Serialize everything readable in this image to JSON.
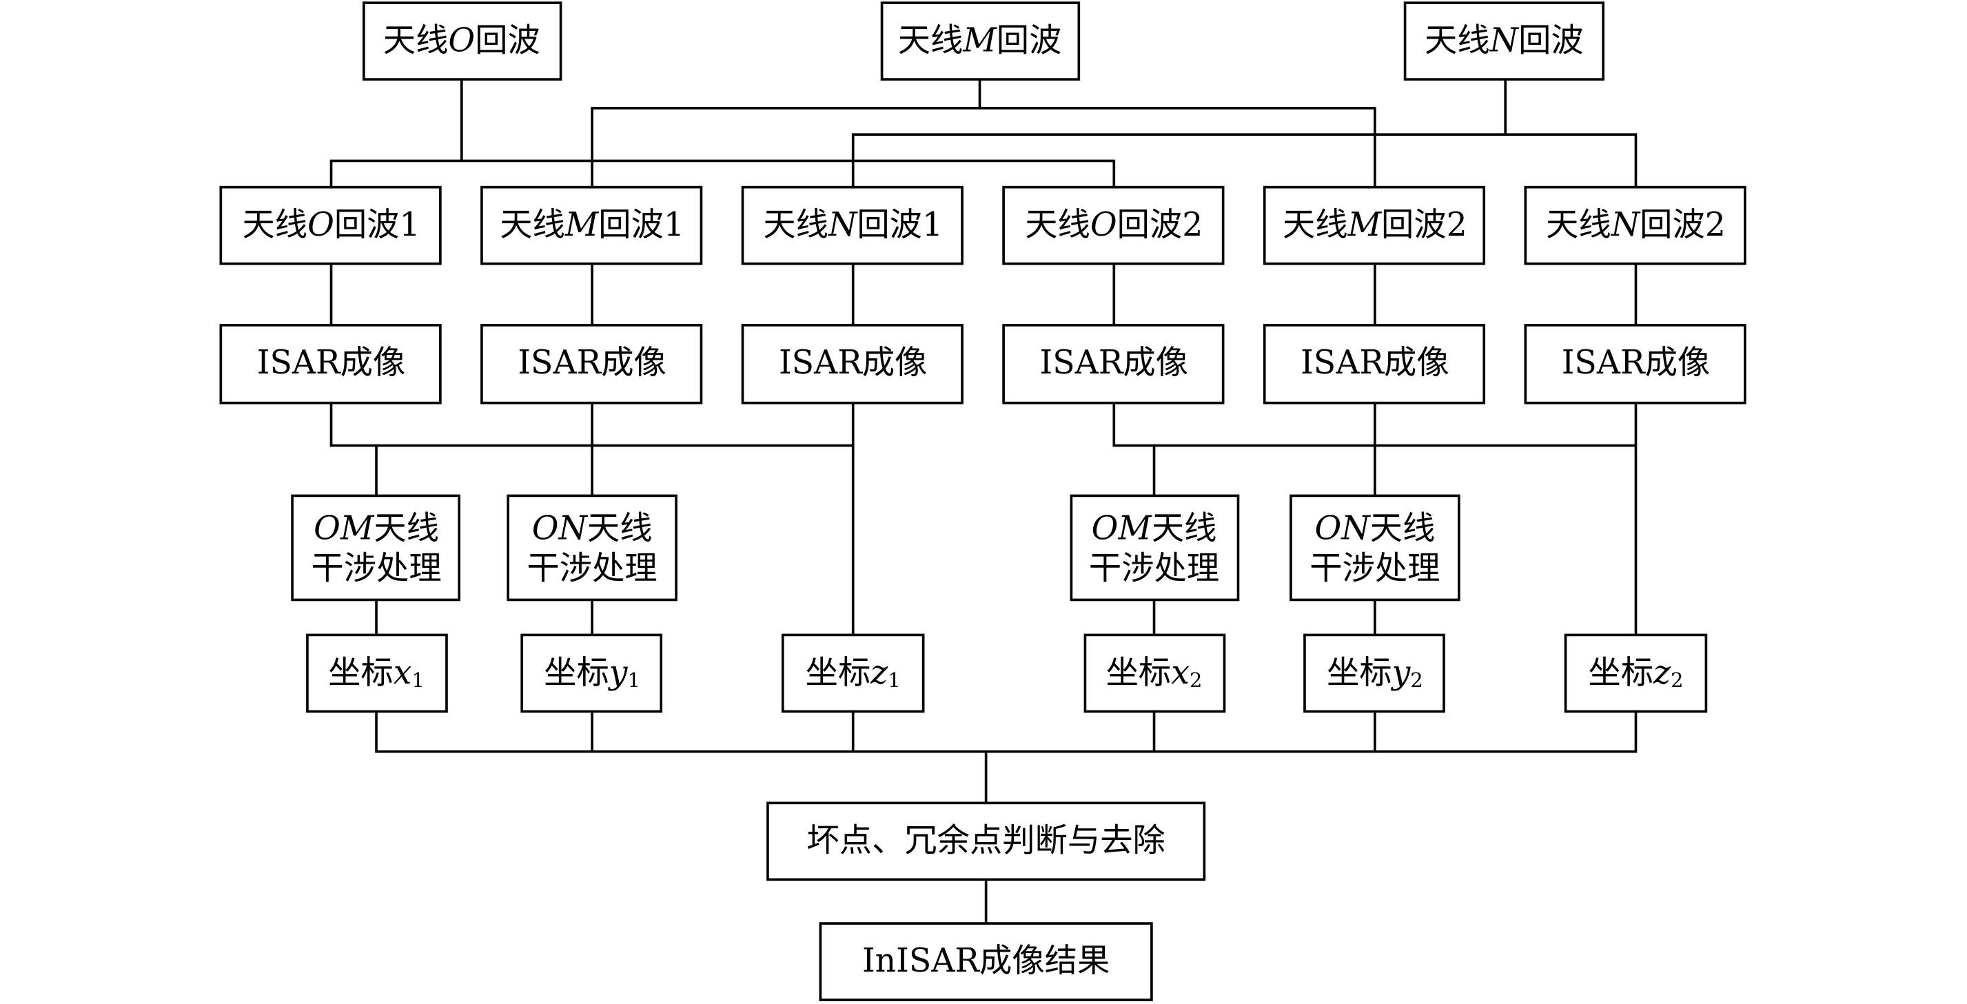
{
  "diagram": {
    "type": "flowchart",
    "colors": {
      "stroke": "#000000",
      "background": "#ffffff"
    },
    "sources": [
      {
        "id": "echo-O",
        "parts": [
          "天线",
          "O",
          "回波"
        ]
      },
      {
        "id": "echo-M",
        "parts": [
          "天线",
          "M",
          "回波"
        ]
      },
      {
        "id": "echo-N",
        "parts": [
          "天线",
          "N",
          "回波"
        ]
      }
    ],
    "split_echoes": [
      {
        "id": "echo-O1",
        "parts": [
          "天线",
          "O",
          "回波1"
        ]
      },
      {
        "id": "echo-M1",
        "parts": [
          "天线",
          "M",
          "回波1"
        ]
      },
      {
        "id": "echo-N1",
        "parts": [
          "天线",
          "N",
          "回波1"
        ]
      },
      {
        "id": "echo-O2",
        "parts": [
          "天线",
          "O",
          "回波2"
        ]
      },
      {
        "id": "echo-M2",
        "parts": [
          "天线",
          "M",
          "回波2"
        ]
      },
      {
        "id": "echo-N2",
        "parts": [
          "天线",
          "N",
          "回波2"
        ]
      }
    ],
    "isar_label": "ISAR成像",
    "interferometry": [
      {
        "id": "OM1",
        "line1_italic": "OM",
        "line1_rest": "天线",
        "line2": "干涉处理"
      },
      {
        "id": "ON1",
        "line1_italic": "ON",
        "line1_rest": "天线",
        "line2": "干涉处理"
      },
      {
        "id": "OM2",
        "line1_italic": "OM",
        "line1_rest": "天线",
        "line2": "干涉处理"
      },
      {
        "id": "ON2",
        "line1_italic": "ON",
        "line1_rest": "天线",
        "line2": "干涉处理"
      }
    ],
    "coordinates": [
      {
        "id": "x1",
        "prefix": "坐标",
        "var": "x",
        "sub": "1"
      },
      {
        "id": "y1",
        "prefix": "坐标",
        "var": "y",
        "sub": "1"
      },
      {
        "id": "z1",
        "prefix": "坐标",
        "var": "z",
        "sub": "1"
      },
      {
        "id": "x2",
        "prefix": "坐标",
        "var": "x",
        "sub": "2"
      },
      {
        "id": "y2",
        "prefix": "坐标",
        "var": "y",
        "sub": "2"
      },
      {
        "id": "z2",
        "prefix": "坐标",
        "var": "z",
        "sub": "2"
      }
    ],
    "filter_step": "坏点、冗余点判断与去除",
    "result": "InISAR成像结果",
    "edges": [
      [
        "echo-O",
        "echo-O1"
      ],
      [
        "echo-O",
        "echo-O2"
      ],
      [
        "echo-M",
        "echo-M1"
      ],
      [
        "echo-M",
        "echo-M2"
      ],
      [
        "echo-N",
        "echo-N1"
      ],
      [
        "echo-N",
        "echo-N2"
      ],
      [
        "isar-O1",
        "OM1"
      ],
      [
        "isar-M1",
        "OM1"
      ],
      [
        "isar-O1",
        "ON1"
      ],
      [
        "isar-N1",
        "ON1"
      ],
      [
        "isar-O2",
        "OM2"
      ],
      [
        "isar-M2",
        "OM2"
      ],
      [
        "isar-O2",
        "ON2"
      ],
      [
        "isar-N2",
        "ON2"
      ],
      [
        "OM1",
        "x1"
      ],
      [
        "ON1",
        "y1"
      ],
      [
        "isar-N1",
        "z1"
      ],
      [
        "OM2",
        "x2"
      ],
      [
        "ON2",
        "y2"
      ],
      [
        "isar-N2",
        "z2"
      ],
      [
        "x1",
        "filter"
      ],
      [
        "y1",
        "filter"
      ],
      [
        "z1",
        "filter"
      ],
      [
        "x2",
        "filter"
      ],
      [
        "y2",
        "filter"
      ],
      [
        "z2",
        "filter"
      ],
      [
        "filter",
        "result"
      ]
    ]
  }
}
